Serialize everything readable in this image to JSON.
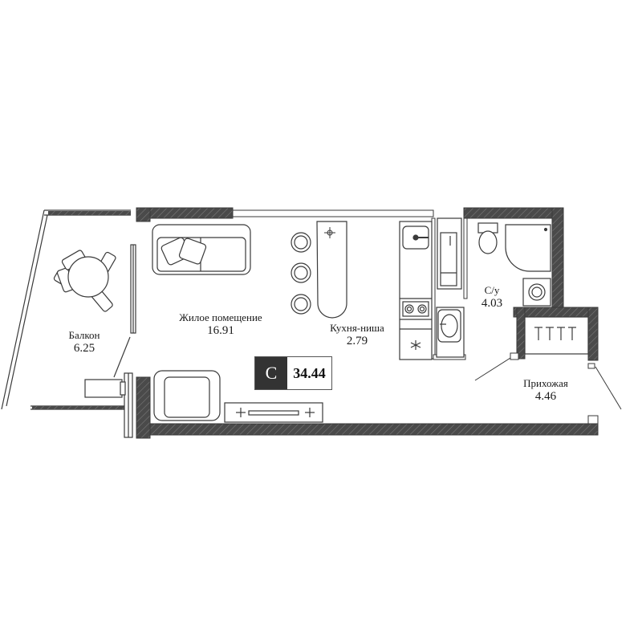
{
  "rooms": {
    "balcony": {
      "name": "Балкон",
      "area": "6.25"
    },
    "living": {
      "name": "Жилое помещение",
      "area": "16.91"
    },
    "kitchen": {
      "name": "Кухня-ниша",
      "area": "2.79"
    },
    "bathroom": {
      "name": "С/у",
      "area": "4.03"
    },
    "hallway": {
      "name": "Прихожая",
      "area": "4.46"
    }
  },
  "apartment": {
    "class_letter": "С",
    "total_area": "34.44"
  },
  "colors": {
    "wall": "#4a4a4a",
    "line": "#3a3a3a",
    "badge_dark": "#333333"
  }
}
